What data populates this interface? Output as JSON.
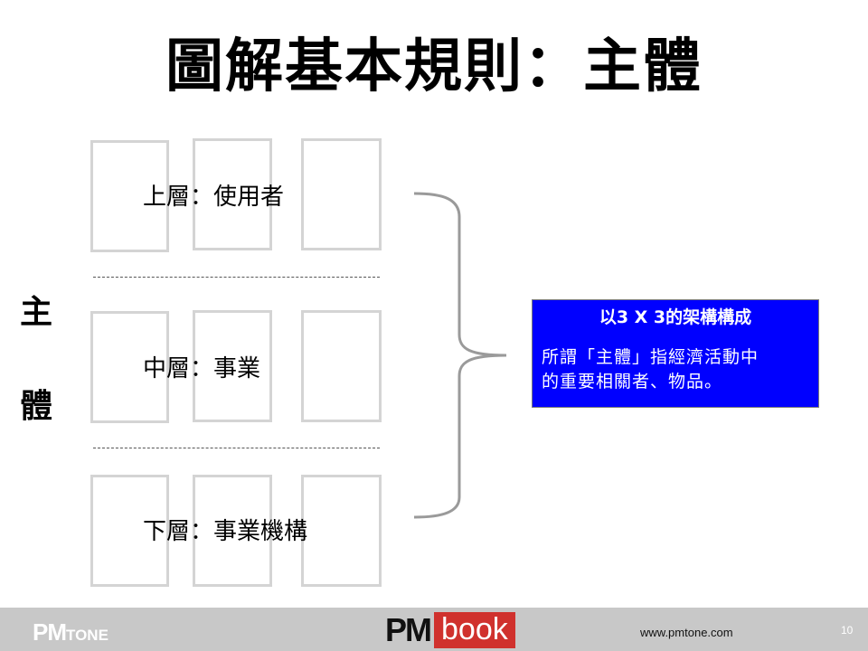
{
  "title": "圖解基本規則：主體",
  "subject": [
    "主",
    "體"
  ],
  "layers": [
    {
      "label": "上層：使用者"
    },
    {
      "label": "中層：事業"
    },
    {
      "label": "下層：事業機構"
    }
  ],
  "info": {
    "title": "以3 X 3的架構構成",
    "body_line1": "所謂「主體」指經濟活動中",
    "body_line2": "的重要相關者、物品。"
  },
  "colors": {
    "info_bg": "#0000ff",
    "box_border": "#d4d4d4",
    "footer_bg": "#c8c8c8",
    "book_red": "#d0312d"
  },
  "footer": {
    "logo_left_pm": "PM",
    "logo_left_tone": "TONE",
    "logo_center_pm": "PM",
    "logo_center_book": "book",
    "url": "www.pmtone.com",
    "page_number": "10"
  }
}
